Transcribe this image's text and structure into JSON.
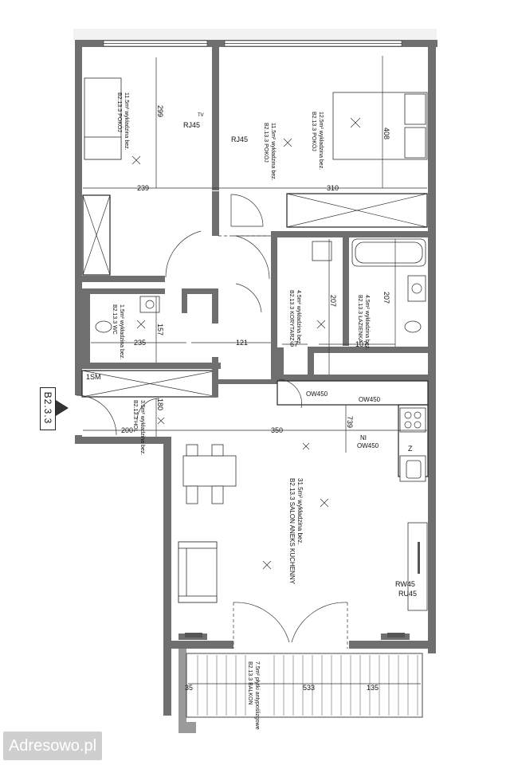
{
  "flat_code": "B2.3.3",
  "watermark": "Adresowo.pl",
  "rooms": {
    "bedroom_1": {
      "label": "B2.13.3 POKÓJ",
      "area": "11.5m² wykładzina bez."
    },
    "bedroom_2": {
      "label": "B2.13.3 POKÓJ",
      "area": "12.5m² wykładzina bez."
    },
    "bedroom_3": {
      "label": "B2.13.3 POKÓJ",
      "area": "11.5m² wykładzina bez."
    },
    "wc": {
      "label": "B2.13.3 WC",
      "area": "1.5m² wykładzina bez."
    },
    "hall": {
      "label": "B2.13.3 KORYTARZ",
      "area": "4.5m² wykładzina bez."
    },
    "bathroom": {
      "label": "B2.13.3 ŁAZIENKA",
      "area": "4.5m² wykładzina bez."
    },
    "entrance": {
      "label": "B2.13.3 HOL",
      "area": "3.5m² wykładzina bez."
    },
    "living": {
      "label": "B2.13.3 SALON ANEKS KUCHENNY",
      "area": "31.5m² wykładzina bez."
    },
    "balcony": {
      "label": "B2.13.3 BALKON",
      "area": "7.5m² płytki antypoślizgowe"
    }
  },
  "dimensions": {
    "d299": "299",
    "d239": "239",
    "d310": "310",
    "d408": "408",
    "d157": "157",
    "d235": "235",
    "d121": "121",
    "d67": "67",
    "d207a": "207",
    "d207b": "207",
    "d107": "107",
    "d180": "180",
    "d200": "200",
    "d350": "350",
    "d739": "739",
    "d35": "35",
    "d533": "533",
    "d135": "135"
  },
  "symbols": {
    "rj45_a": "RJ45",
    "rj45_b": "RJ45",
    "rj45_tv": "TV",
    "rw45": "RW45",
    "ru45": "RU45",
    "ow450_a": "OW450",
    "ow450_b": "OW450",
    "ow450_c": "OW450",
    "ni": "NI",
    "sm": "1SM",
    "z": "Z"
  }
}
